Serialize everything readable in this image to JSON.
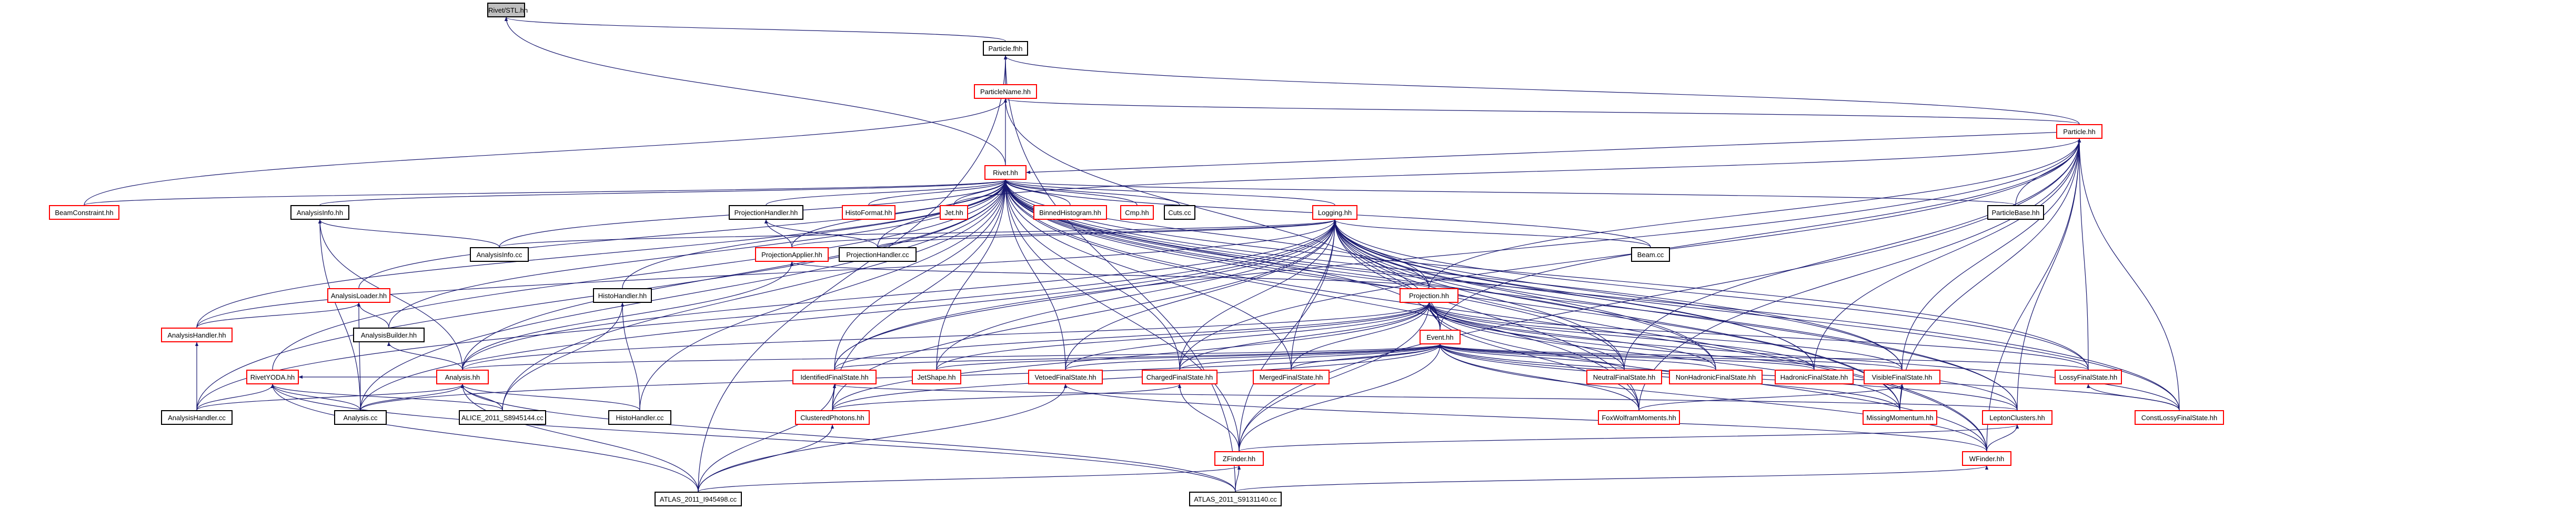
{
  "colors": {
    "edge": "#191970",
    "red_border": "#ff0000",
    "black_border": "#000000",
    "root_fill": "#bfbfbf"
  },
  "nodes": {
    "rivet_stl": {
      "label": "Rivet/STL.hh"
    },
    "particle_fhh": {
      "label": "Particle.fhh"
    },
    "particle_name": {
      "label": "ParticleName.hh"
    },
    "particle": {
      "label": "Particle.hh"
    },
    "rivet": {
      "label": "Rivet.hh"
    },
    "beam_constraint": {
      "label": "BeamConstraint.hh"
    },
    "analysis_info_hh": {
      "label": "AnalysisInfo.hh"
    },
    "projection_handler": {
      "label": "ProjectionHandler.hh"
    },
    "histo_format": {
      "label": "HistoFormat.hh"
    },
    "jet": {
      "label": "Jet.hh"
    },
    "binned_histogram": {
      "label": "BinnedHistogram.hh"
    },
    "cmp": {
      "label": "Cmp.hh"
    },
    "cuts_cc": {
      "label": "Cuts.cc"
    },
    "logging": {
      "label": "Logging.hh"
    },
    "particle_base": {
      "label": "ParticleBase.hh"
    },
    "analysis_info_cc": {
      "label": "AnalysisInfo.cc"
    },
    "projection_applier": {
      "label": "ProjectionApplier.hh"
    },
    "projection_handler_cc": {
      "label": "ProjectionHandler.cc"
    },
    "beam_cc": {
      "label": "Beam.cc"
    },
    "analysis_loader": {
      "label": "AnalysisLoader.hh"
    },
    "histo_handler_hh": {
      "label": "HistoHandler.hh"
    },
    "projection": {
      "label": "Projection.hh"
    },
    "analysis_handler_hh": {
      "label": "AnalysisHandler.hh"
    },
    "analysis_builder": {
      "label": "AnalysisBuilder.hh"
    },
    "event": {
      "label": "Event.hh"
    },
    "rivet_yoda": {
      "label": "RivetYODA.hh"
    },
    "analysis_hh": {
      "label": "Analysis.hh"
    },
    "identified_fs": {
      "label": "IdentifiedFinalState.hh"
    },
    "jet_shape": {
      "label": "JetShape.hh"
    },
    "vetoed_fs": {
      "label": "VetoedFinalState.hh"
    },
    "charged_fs": {
      "label": "ChargedFinalState.hh"
    },
    "merged_fs": {
      "label": "MergedFinalState.hh"
    },
    "neutral_fs": {
      "label": "NeutralFinalState.hh"
    },
    "non_hadronic_fs": {
      "label": "NonHadronicFinalState.hh"
    },
    "hadronic_fs": {
      "label": "HadronicFinalState.hh"
    },
    "visible_fs": {
      "label": "VisibleFinalState.hh"
    },
    "lossy_fs": {
      "label": "LossyFinalState.hh"
    },
    "analysis_handler_cc": {
      "label": "AnalysisHandler.cc"
    },
    "analysis_cc": {
      "label": "Analysis.cc"
    },
    "alice": {
      "label": "ALICE_2011_S8945144.cc"
    },
    "histo_handler_cc": {
      "label": "HistoHandler.cc"
    },
    "clustered_photons": {
      "label": "ClusteredPhotons.hh"
    },
    "fox_wolfram": {
      "label": "FoxWolframMoments.hh"
    },
    "missing_momentum": {
      "label": "MissingMomentum.hh"
    },
    "lepton_clusters": {
      "label": "LeptonClusters.hh"
    },
    "const_lossy_fs": {
      "label": "ConstLossyFinalState.hh"
    },
    "zfinder": {
      "label": "ZFinder.hh"
    },
    "wfinder": {
      "label": "WFinder.hh"
    },
    "atlas_s9454": {
      "label": "ATLAS_2011_I945498.cc"
    },
    "atlas_s9131": {
      "label": "ATLAS_2011_S9131140.cc"
    }
  }
}
